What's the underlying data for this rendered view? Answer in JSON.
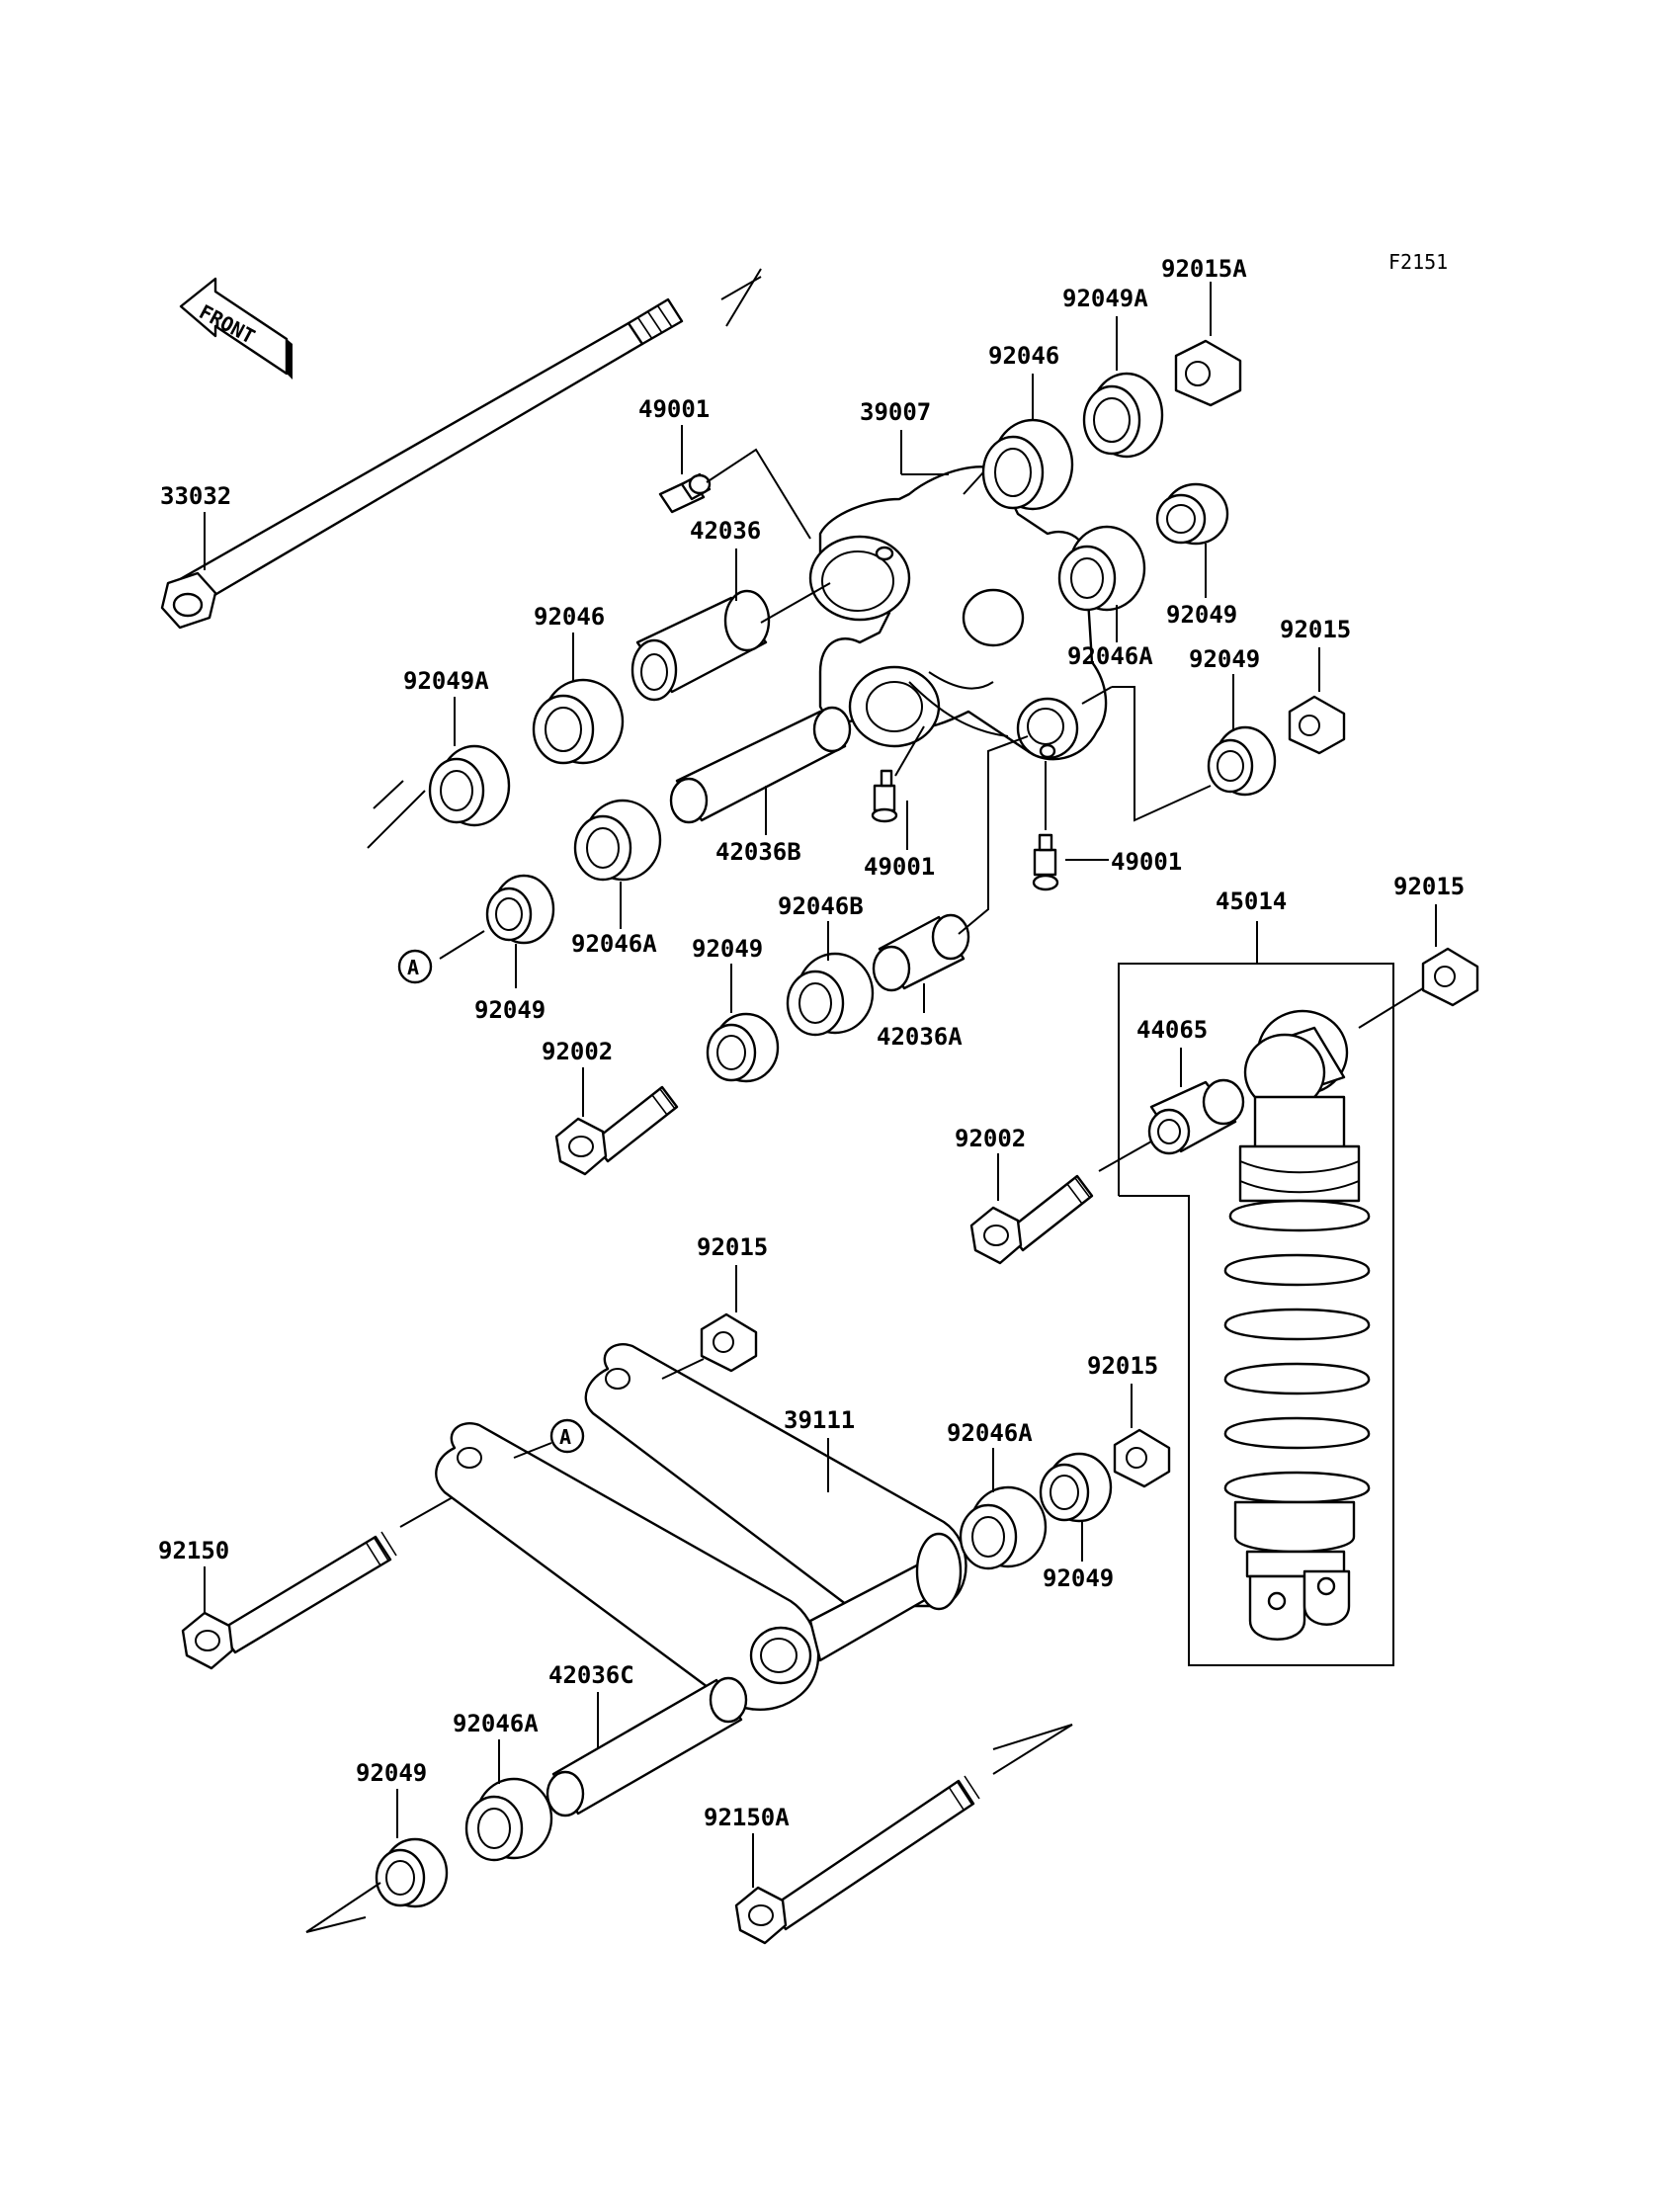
{
  "figure_code": "F2151",
  "front_label": "FRONT",
  "circle_ref": "A",
  "labels": {
    "p92015A": "92015A",
    "p92049A_top": "92049A",
    "p92046_top": "92046",
    "p49001_top": "49001",
    "p39007": "39007",
    "p33032": "33032",
    "p42036": "42036",
    "p92049_right": "92049",
    "p92046A_right": "92046A",
    "p92015_right": "92015",
    "p92049_right2": "92049",
    "p92046_left": "92046",
    "p92049A_left": "92049A",
    "p42036B": "42036B",
    "p49001_mid": "49001",
    "p49001_right": "49001",
    "p92046A_left": "92046A",
    "p92046B": "92046B",
    "p92049_left": "92049",
    "p92049_mid": "92049",
    "p42036A": "42036A",
    "p45014": "45014",
    "p92015_shock": "92015",
    "p44065": "44065",
    "p92002_left": "92002",
    "p92002_right": "92002",
    "p92015_lower": "92015",
    "p39111": "39111",
    "p92015_lower2": "92015",
    "p92046A_lower": "92046A",
    "p92150": "92150",
    "p92049_lower_right": "92049",
    "p42036C": "42036C",
    "p92046A_bottom": "92046A",
    "p92049_bottom": "92049",
    "p92150A": "92150A"
  }
}
